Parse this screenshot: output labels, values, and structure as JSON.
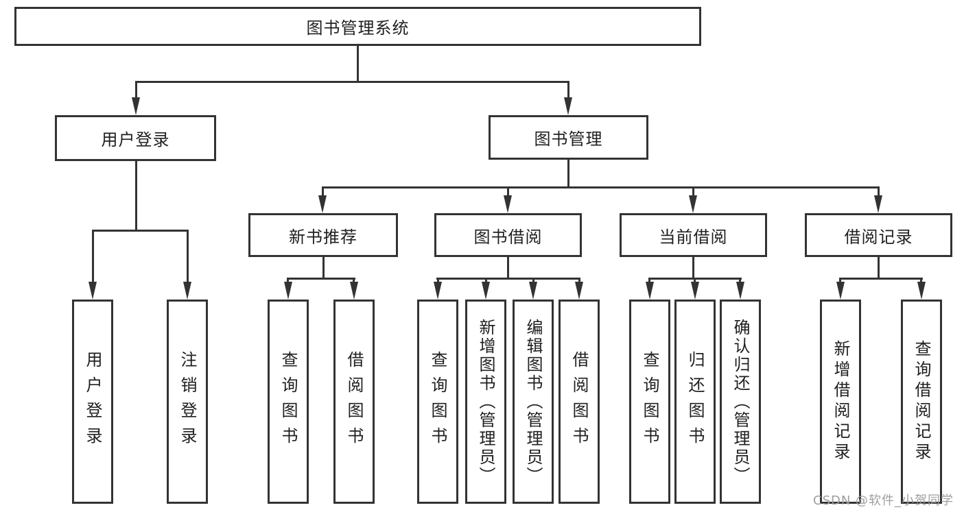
{
  "diagram": {
    "title": "图书管理系统",
    "tree": {
      "root": "图书管理系统",
      "children": [
        {
          "label": "用户登录",
          "children": [
            "用户登录",
            "注销登录"
          ]
        },
        {
          "label": "图书管理",
          "children": [
            {
              "label": "新书推荐",
              "children": [
                "查询图书",
                "借阅图书"
              ]
            },
            {
              "label": "图书借阅",
              "children": [
                "查询图书",
                "新增图书（管理员）",
                "编辑图书（管理员）",
                "借阅图书"
              ]
            },
            {
              "label": "当前借阅",
              "children": [
                "查询图书",
                "归还图书",
                "确认归还（管理员）"
              ]
            },
            {
              "label": "借阅记录",
              "children": [
                "新增借阅记录",
                "查询借阅记录"
              ]
            }
          ]
        }
      ]
    },
    "colors": {
      "line": "#333333",
      "box_border": "#333333",
      "text": "#1f1f1f",
      "background": "#ffffff",
      "watermark": "#9e9e9e"
    },
    "watermark": {
      "text": "CSDN @软件_小贺同学"
    }
  }
}
